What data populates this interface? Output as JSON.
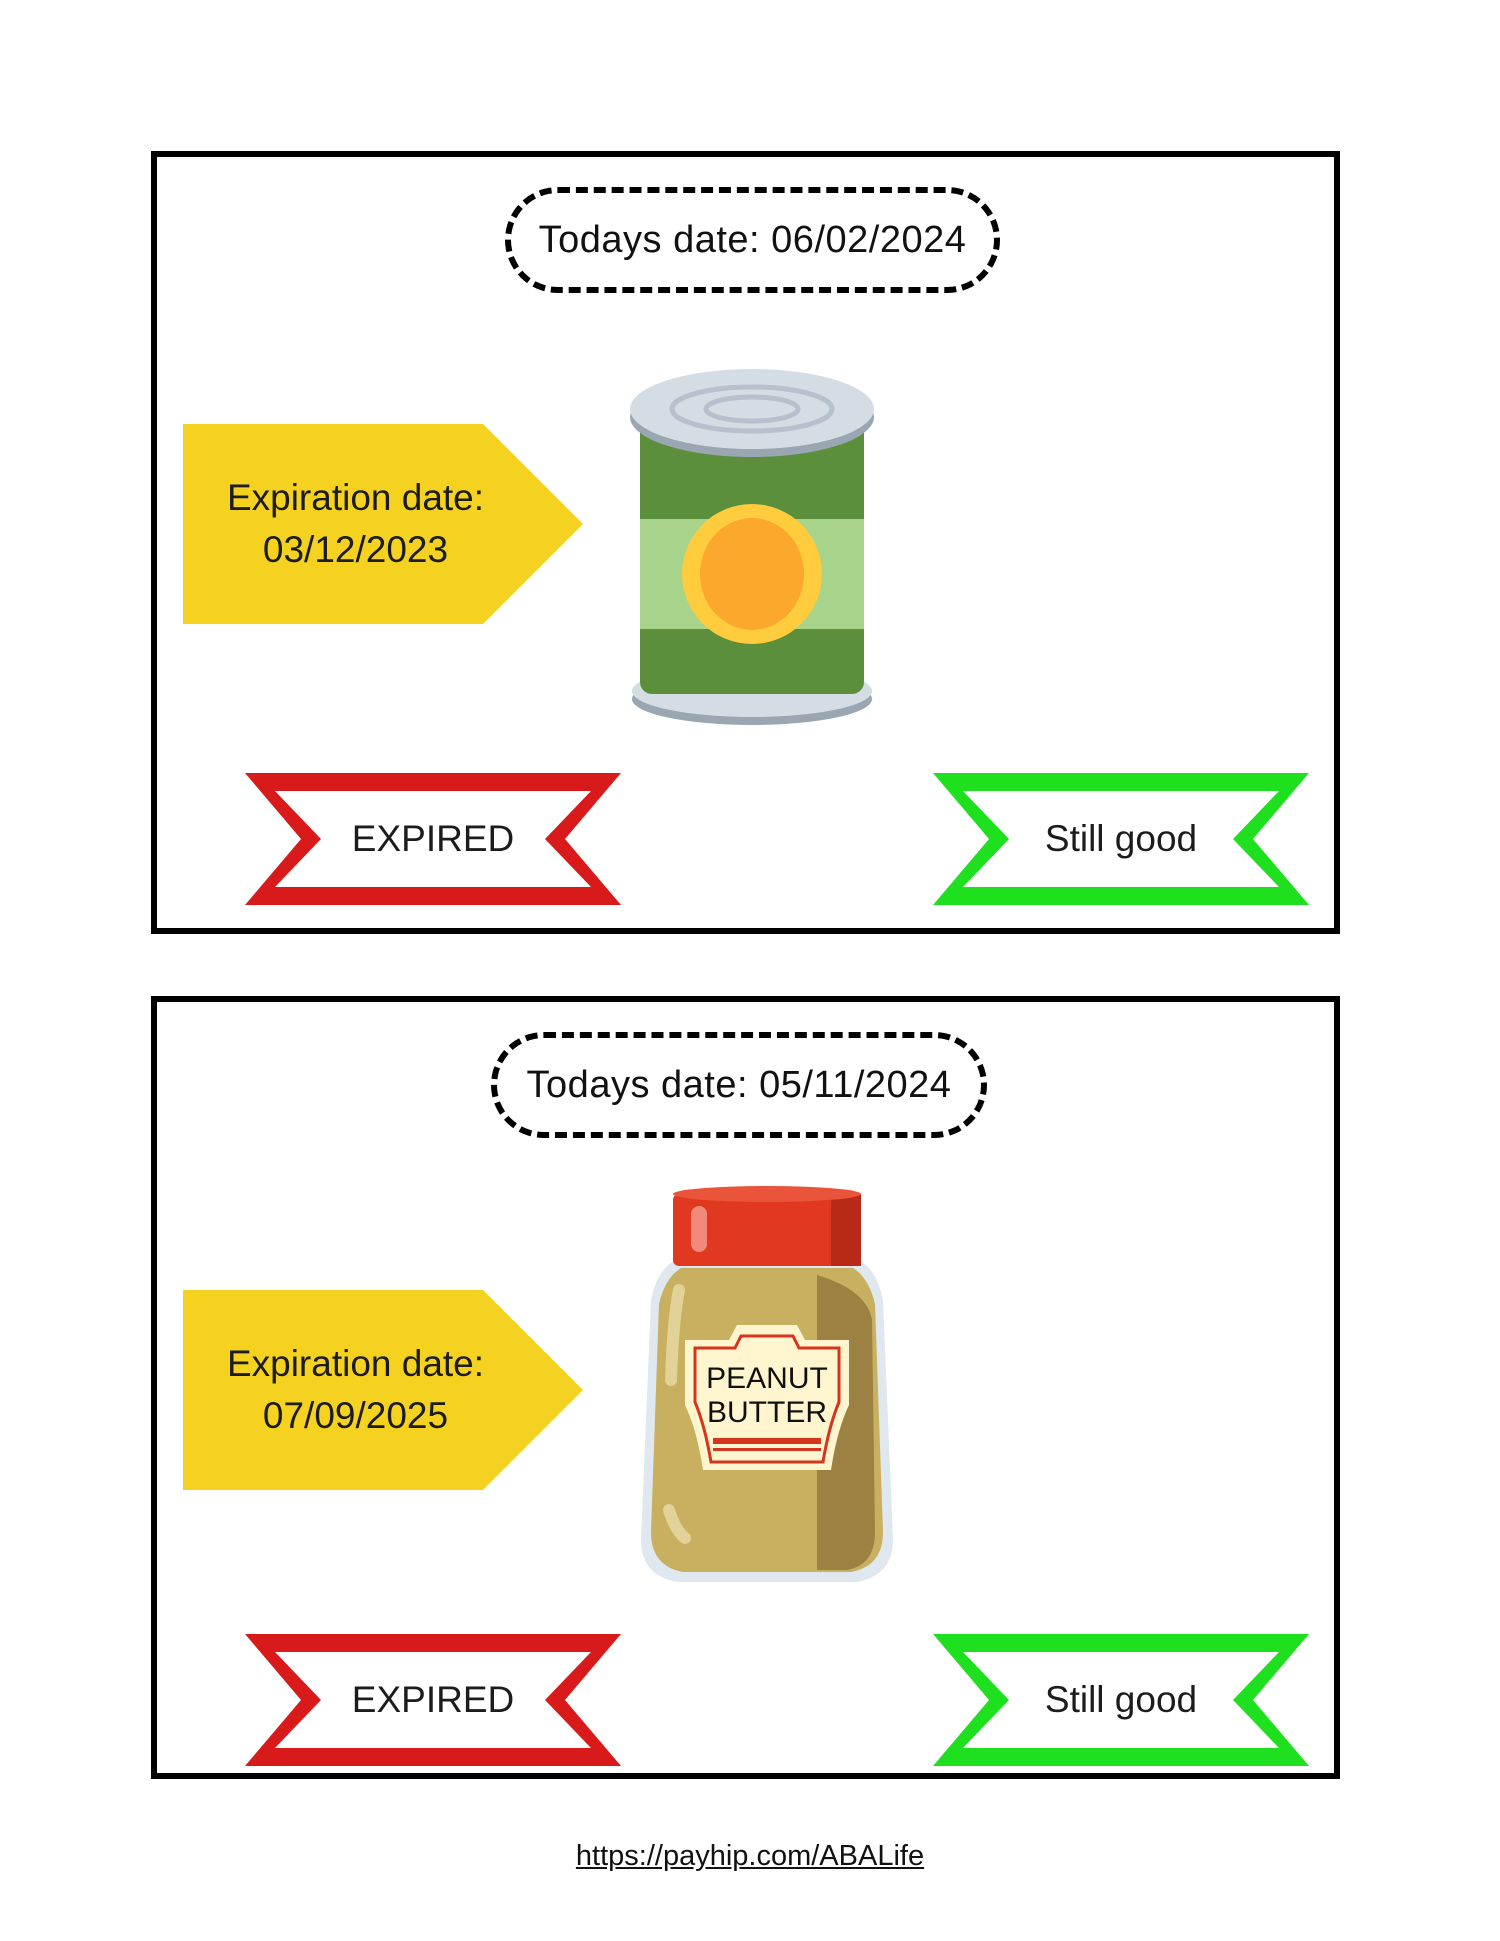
{
  "cards": [
    {
      "today_label": "Todays date: 06/02/2024",
      "expiration_label": "Expiration date:",
      "expiration_date": "03/12/2023",
      "product": "can",
      "expired_label": "EXPIRED",
      "good_label": "Still good"
    },
    {
      "today_label": "Todays date: 05/11/2024",
      "expiration_label": "Expiration date:",
      "expiration_date": "07/09/2025",
      "product": "peanut-butter-jar",
      "jar_label_line1": "PEANUT",
      "jar_label_line2": "BUTTER",
      "expired_label": "EXPIRED",
      "good_label": "Still good"
    }
  ],
  "footer": {
    "link": "https://payhip.com/ABALife"
  },
  "colors": {
    "arrow": "#f5d21f",
    "expired": "#d81a1a",
    "good": "#1fe01f",
    "can_green": "#5b8f3b",
    "can_band": "#a7d38a",
    "jar_lid": "#e0391f",
    "jar_body": "#c8b060"
  }
}
